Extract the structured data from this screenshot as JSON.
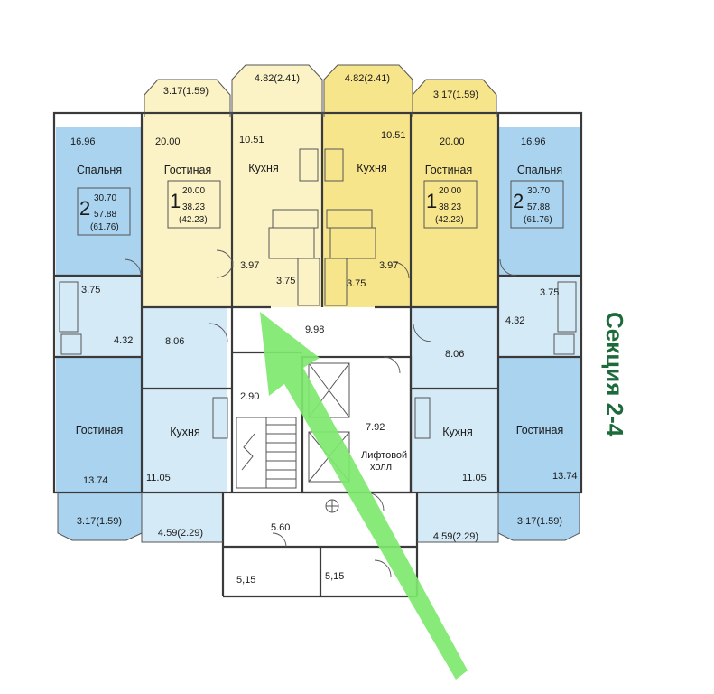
{
  "balconies": {
    "top_left_small": "3.17(1.59)",
    "top_center_left": "4.82(2.41)",
    "top_center_right": "4.82(2.41)",
    "top_right_small": "3.17(1.59)",
    "bottom_left_small": "3.17(1.59)",
    "bottom_left_wide": "4.59(2.29)",
    "bottom_right_wide": "4.59(2.29)",
    "bottom_right_small": "3.17(1.59)"
  },
  "apartments": {
    "tl": {
      "room_area": "16.96",
      "room_name": "Спальня",
      "rooms": "2",
      "living": "30.70",
      "total": "57.88",
      "total_balc": "(61.76)"
    },
    "tr": {
      "room_area": "16.96",
      "room_name": "Спальня",
      "rooms": "2",
      "living": "30.70",
      "total": "57.88",
      "total_balc": "(61.76)"
    },
    "cl": {
      "room_area": "20.00",
      "room_name": "Гостиная",
      "rooms": "1",
      "living": "20.00",
      "total": "38.23",
      "total_balc": "(42.23)"
    },
    "cr": {
      "room_area": "20.00",
      "room_name": "Гостиная",
      "rooms": "1",
      "living": "20.00",
      "total": "38.23",
      "total_balc": "(42.23)"
    }
  },
  "rooms": {
    "kitchen_tl_area": "10.51",
    "kitchen_tl_name": "Кухня",
    "kitchen_tr_area": "10.51",
    "kitchen_tr_name": "Кухня",
    "hall_l": "3.97",
    "hall_r": "3.97",
    "bath_l": "3.75",
    "bath_r": "3.75",
    "bath_far_l": "3.75",
    "bath_far_r": "3.75",
    "hall_far_l": "4.32",
    "hall_far_r": "4.32",
    "hall_mid_l": "8.06",
    "hall_mid_r": "8.06",
    "corridor": "9.98",
    "stair_top": "2.90",
    "lift_hall_area": "7.92",
    "lift_hall_name_1": "Лифтовой",
    "lift_hall_name_2": "холл",
    "living_bl_name": "Гостиная",
    "living_bl_area": "13.74",
    "kitchen_bl_name": "Кухня",
    "kitchen_bl_area": "11.05",
    "kitchen_br_name": "Кухня",
    "kitchen_br_area": "11.05",
    "living_br_name": "Гостиная",
    "living_br_area": "13.74",
    "vestibule": "5.60",
    "tambour_l": "5,15",
    "tambour_r": "5,15"
  },
  "section_label": "Секция 2-4",
  "colors": {
    "blue": "#a9d3ee",
    "yellow_light": "#fbf3c6",
    "yellow": "#f7e58c",
    "light_blue": "#d5eaf7",
    "arrow": "#7ee86d",
    "section_text": "#1d6b3a"
  }
}
